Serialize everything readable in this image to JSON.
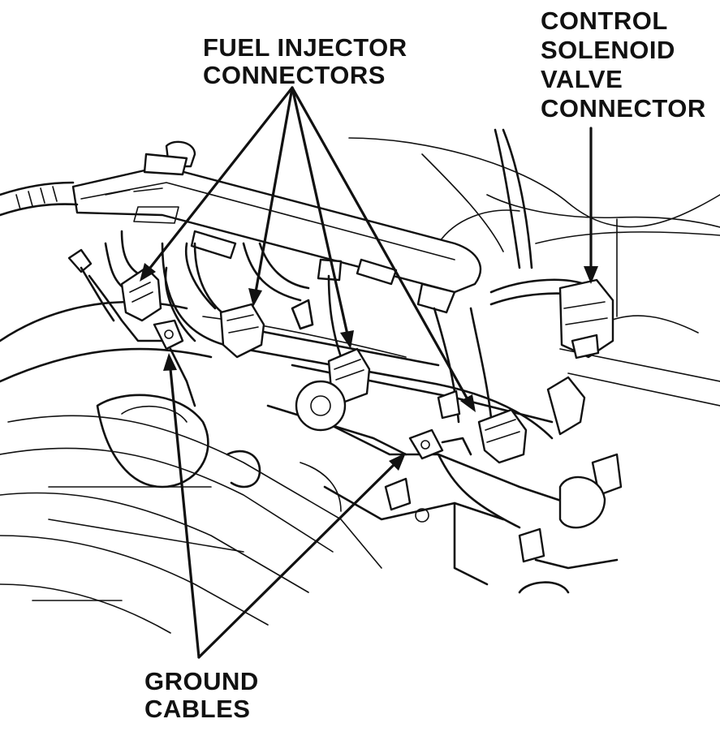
{
  "labels": {
    "fuel_injector": {
      "line1": "FUEL INJECTOR",
      "line2": "CONNECTORS"
    },
    "control_solenoid": {
      "line1": "CONTROL",
      "line2": "SOLENOID",
      "line3": "VALVE",
      "line4": "CONNECTOR"
    },
    "ground": {
      "line1": "GROUND",
      "line2": "CABLES"
    }
  },
  "colors": {
    "ink": "#111111",
    "paper": "#ffffff"
  }
}
